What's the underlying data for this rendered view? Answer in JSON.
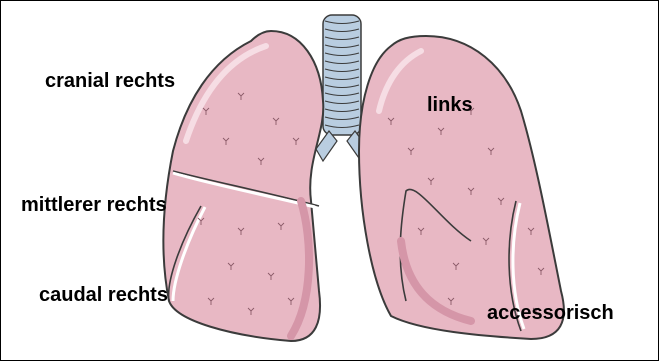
{
  "labels": {
    "cranial_right": "cranial rechts",
    "left": "links",
    "middle_right": "mittlerer rechts",
    "caudal_right": "caudal rechts",
    "accessory": "accessorisch"
  },
  "colors": {
    "lung_fill": "#e8b8c4",
    "lung_light": "#f3d3dc",
    "lung_dark": "#d596a8",
    "lung_outline": "#3b3b3b",
    "trachea_fill": "#b9cde0",
    "trachea_ring": "#8eabc6",
    "label_text": "#000000"
  },
  "icons": {
    "illustration": "lungs-trachea-illustration"
  }
}
